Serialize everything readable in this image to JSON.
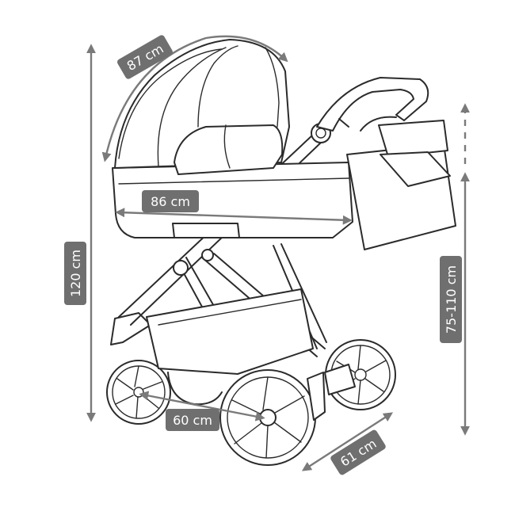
{
  "colors": {
    "dimension": "#7a7a7a",
    "label_bg": "#6f6f6f",
    "label_text": "#ffffff",
    "outline": "#2b2b2b"
  },
  "dimensions": {
    "hood_arc": "87 cm",
    "carrycot_length": "86 cm",
    "total_height": "120 cm",
    "handle_height": "75-110 cm",
    "wheel_track": "60 cm",
    "wheelbase": "61 cm"
  }
}
